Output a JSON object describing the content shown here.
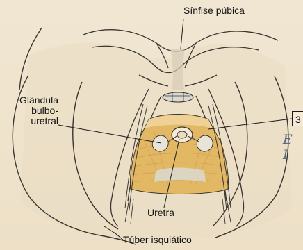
{
  "title": "",
  "labels": {
    "symphysis": "Sínfise púbica",
    "gland_line1": "Glândula",
    "gland_line2": "bulbo-",
    "gland_line3": "uretral",
    "urethra": "Uretra",
    "ischial_tuberosity": "Túber isquiático"
  },
  "callout_number": "3",
  "handwritten_note": "E I",
  "colors": {
    "paper": "#efe4cf",
    "muscle": "#e3b864",
    "muscle_light": "#f0d49a",
    "cut_surface": "#d9d9d2",
    "outline": "#3a3530",
    "ink": "#141414",
    "pencil": "#5d6a80"
  }
}
